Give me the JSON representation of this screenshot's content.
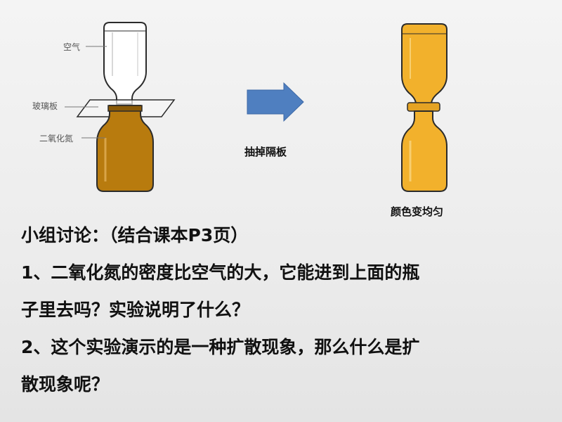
{
  "left_diagram": {
    "labels": {
      "air": "空气",
      "glass_plate": "玻璃板",
      "no2": "二氧化氮"
    }
  },
  "arrow_caption": "抽掉隔板",
  "result_caption": "颜色变均匀",
  "colors": {
    "no2_dark": "#b87b0e",
    "no2_uniform": "#f2b12c",
    "arrow": "#4f7fc0",
    "glass": "#ffffff",
    "outline": "#2b2b2b"
  },
  "discussion": {
    "title": "小组讨论：（结合课本P3页）",
    "q1_line1": "1、二氧化氮的密度比空气的大，它能进到上面的瓶",
    "q1_line2": "子里去吗？实验说明了什么？",
    "q2_line1": "2、这个实验演示的是一种扩散现象，那么什么是扩",
    "q2_line2": "散现象呢？"
  }
}
